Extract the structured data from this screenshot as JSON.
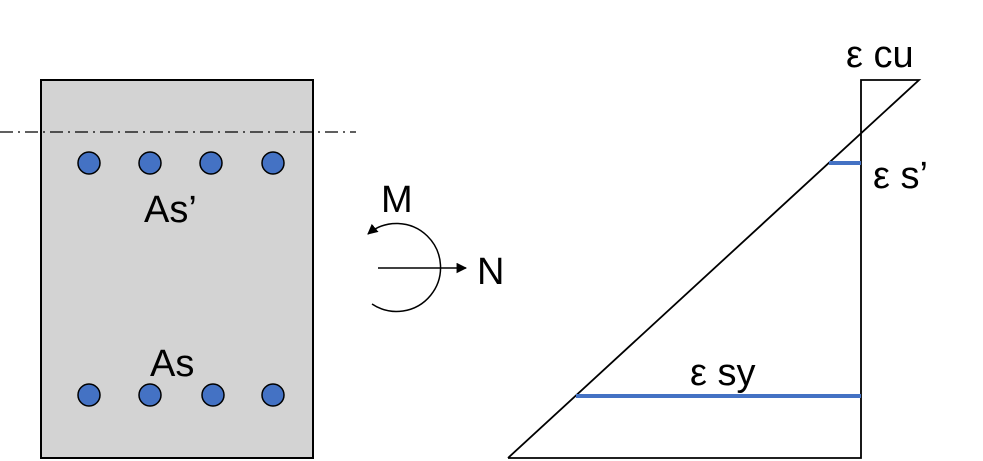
{
  "labels": {
    "compression_steel": "As’",
    "tension_steel": "As",
    "moment": "M",
    "axial_force": "N",
    "strain_ultimate_concrete": "ε cu",
    "strain_compression_steel": "ε s’",
    "strain_yield_steel": "ε sy"
  },
  "colors": {
    "section_fill": "#d3d3d3",
    "outline": "#000000",
    "rebar_fill": "#4472c4",
    "strain_marker": "#4472c4",
    "background": "#ffffff"
  },
  "reinforcement": {
    "top_bar_count": 4,
    "bottom_bar_count": 4
  }
}
